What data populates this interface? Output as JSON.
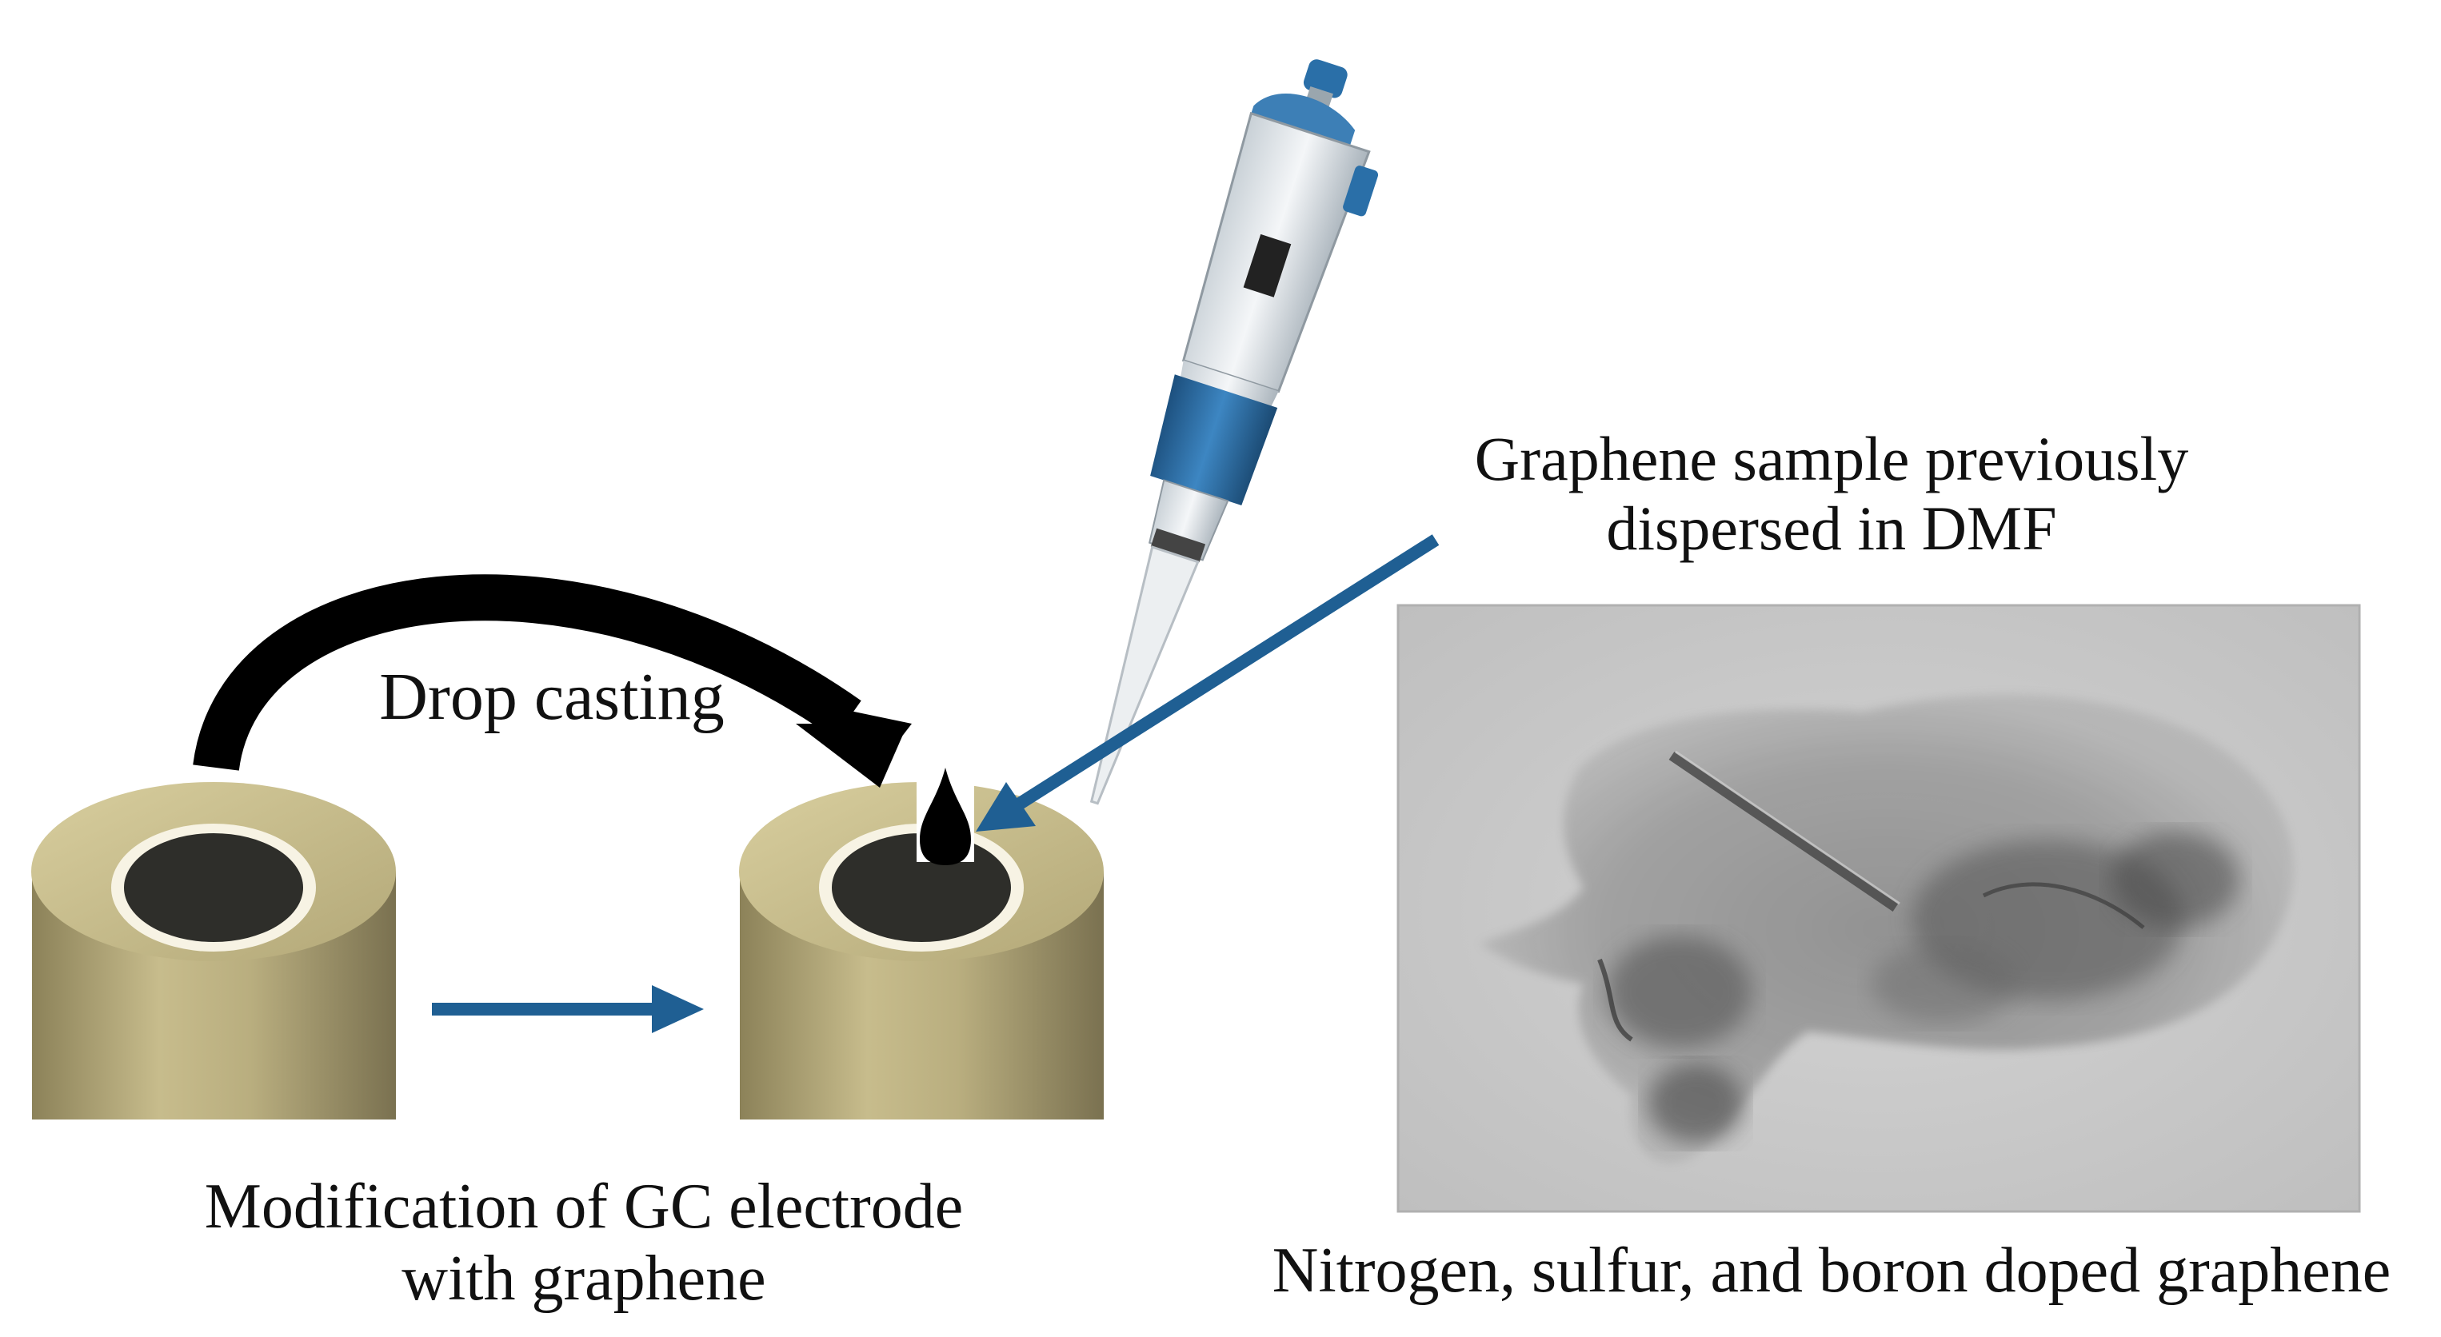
{
  "labels": {
    "drop_casting": "Drop casting",
    "graphene_sample_line1": "Graphene sample previously",
    "graphene_sample_line2": "dispersed in DMF",
    "modification_line1": "Modification of GC electrode",
    "modification_line2": "with graphene",
    "doped_graphene": "Nitrogen, sulfur, and boron doped graphene"
  },
  "colors": {
    "arrow_blue": "#1f5f93",
    "curved_arrow": "#000000",
    "electrode_body": "#b9ae7f",
    "electrode_core": "#2e2e2a",
    "pipette_blue": "#2a6fa8",
    "pipette_white": "#e9eef2",
    "tem_background": "#c9c9c9"
  },
  "icons": [
    "electrode-icon",
    "pipette-icon",
    "droplet-icon",
    "curved-arrow-icon",
    "straight-arrow-icon",
    "tem-micrograph"
  ]
}
